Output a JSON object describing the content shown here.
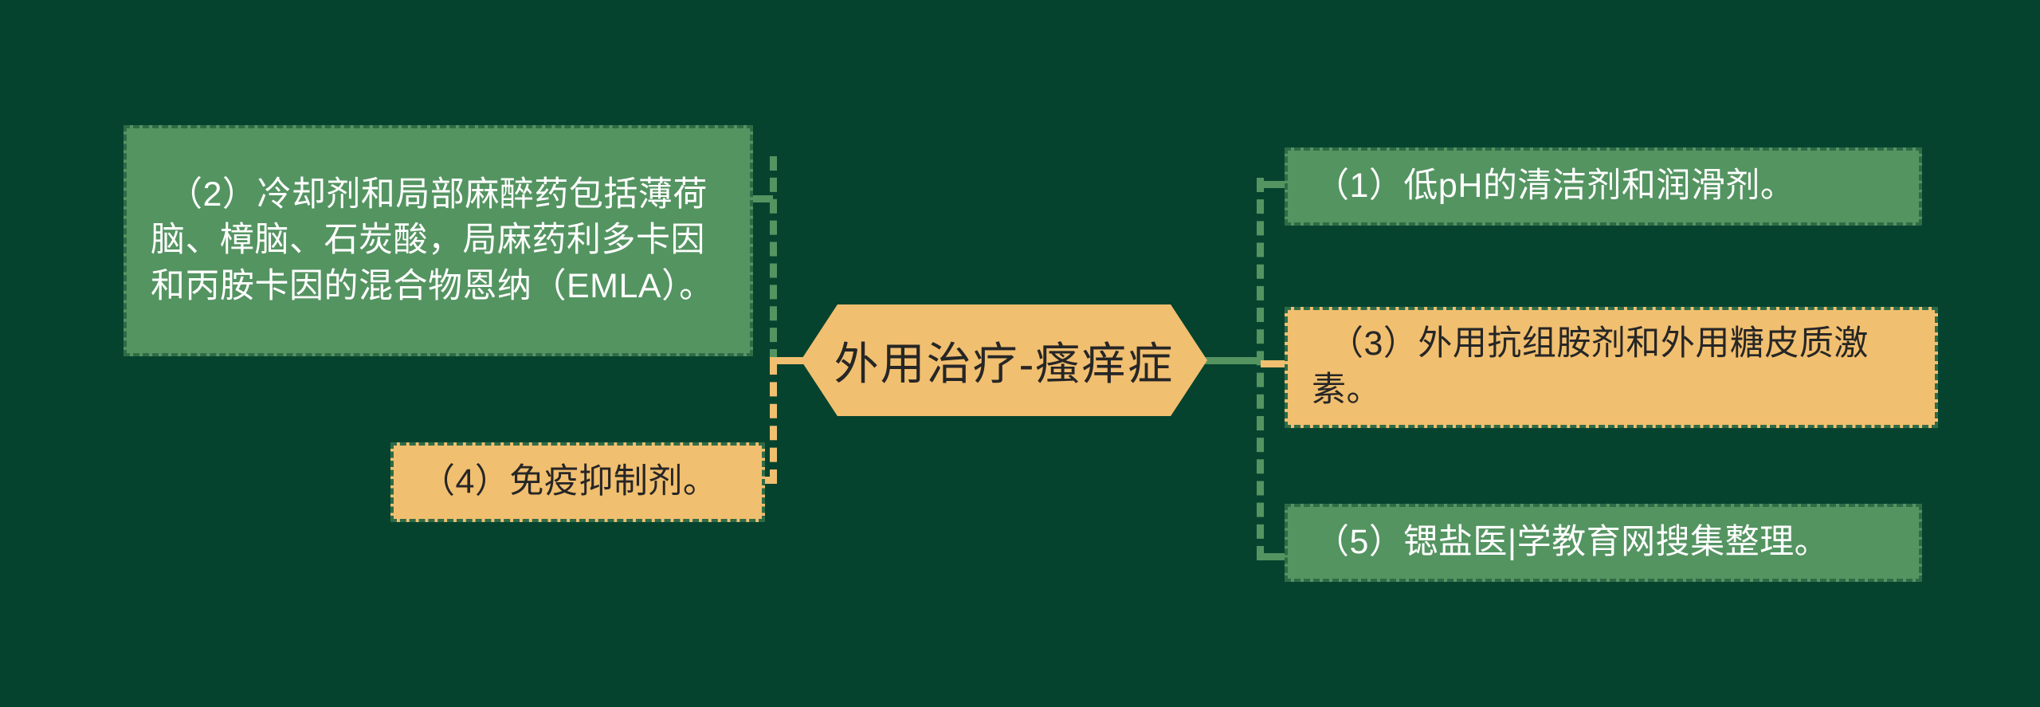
{
  "diagram": {
    "title": "外用治疗-瘙痒症",
    "background_color": "#06432f",
    "center": {
      "label": "外用治疗-瘙痒症",
      "shape": "hexagon",
      "fill_color": "#f1bf70",
      "text_color": "#262626"
    },
    "nodes": [
      {
        "id": "node-1",
        "number": "1",
        "label": "（1）低pH的清洁剂和润滑剂。",
        "side": "right",
        "fill_color": "#549461",
        "text_color": "#ffffff",
        "border_style": "dashed"
      },
      {
        "id": "node-2",
        "number": "2",
        "label": "　（2）冷却剂和局部麻醉药包括薄荷脑、樟脑、石炭酸，局麻药利多卡因和丙胺卡因的混合物恩纳（EMLA）。",
        "side": "left",
        "fill_color": "#549461",
        "text_color": "#ffffff",
        "border_style": "dashed"
      },
      {
        "id": "node-3",
        "number": "3",
        "label": "　（3）外用抗组胺剂和外用糖皮质激素。",
        "side": "right",
        "fill_color": "#f1bf70",
        "text_color": "#262626",
        "border_style": "dashed"
      },
      {
        "id": "node-4",
        "number": "4",
        "label": "（4）免疫抑制剂。",
        "side": "left",
        "fill_color": "#f1bf70",
        "text_color": "#262626",
        "border_style": "dashed"
      },
      {
        "id": "node-5",
        "number": "5",
        "label": "（5）锶盐医|学教育网搜集整理。",
        "side": "right",
        "fill_color": "#549461",
        "text_color": "#ffffff",
        "border_style": "dashed"
      }
    ],
    "connectors": {
      "left_spine_upper_color": "#549461",
      "left_spine_lower_color": "#f1bf70",
      "right_spine_color": "#549461",
      "style": "dashed"
    }
  }
}
